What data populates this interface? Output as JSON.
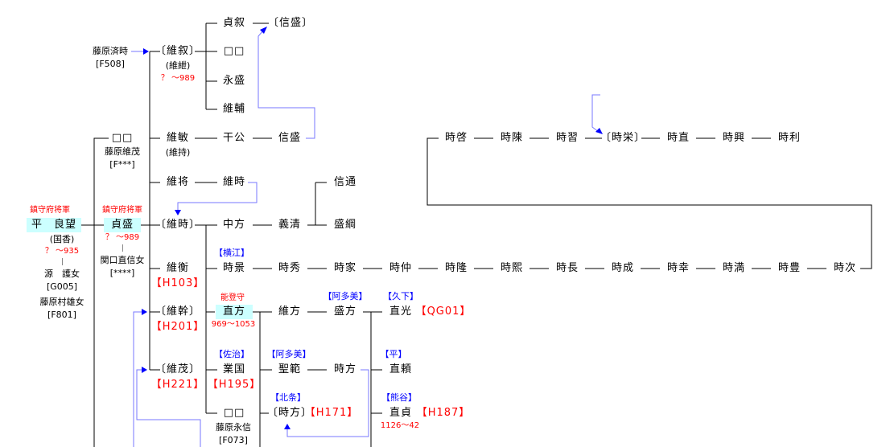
{
  "colors": {
    "line": "#000000",
    "link": "#7777ff",
    "arrow": "#0000ff",
    "red": "#ff0000",
    "blue": "#0000ff",
    "highlight": "#ccffff"
  },
  "top": {
    "sadanobu": "貞叙",
    "nobumori_b": "〔信盛〕",
    "fujiwara_narutoki": "藤原済時",
    "f508": "[F508]",
    "korenobu": "〔維叙〕",
    "korenobu_alt": "(維紲)",
    "korenobu_dates": "？ ～989",
    "unknown1": "□□",
    "nagamori": "永盛",
    "koresuke": "維輔"
  },
  "row2": {
    "koretoshi": "維敏",
    "koretoshi_alt": "(維持)",
    "kankou": "干公",
    "nobumori": "信盛",
    "unknown2": "□□",
    "fujiwara_koreshige": "藤原維茂",
    "fxxx": "[F***]"
  },
  "row3": {
    "koremasa": "維将",
    "koretoki": "維時",
    "nobumichi": "信通"
  },
  "root": {
    "title1": "鎮守府将軍",
    "yoshimochi": "平　良望",
    "kunika": "(国香)",
    "dates": "？ ～935",
    "wife1": "源　護女",
    "g005": "[G005]",
    "wife2": "藤原村雄女",
    "f801": "[F801]"
  },
  "sadamori": {
    "title": "鎮守府将軍",
    "name": "貞盛",
    "dates": "？ ～989",
    "wife": "関口直信女",
    "code": "[****]"
  },
  "row4": {
    "koretoki_b": "〔維時〕",
    "nakakata": "中方",
    "yoshikiyo": "義清",
    "moritsuna": "盛綱"
  },
  "row5": {
    "korehira": "維衡",
    "h103": "【H103】",
    "yokoe": "【横江】",
    "chain": [
      "時景",
      "時秀",
      "時家",
      "時仲",
      "時隆",
      "時熙",
      "時長",
      "時成",
      "時幸",
      "時満",
      "時豊",
      "時次"
    ]
  },
  "upper_chain": [
    "時啓",
    "時陳",
    "時習",
    "〔時栄〕",
    "時直",
    "時興",
    "時利"
  ],
  "row6": {
    "koremoto": "〔維幹〕",
    "h201": "【H201】",
    "noto": "能登守",
    "naokata": "直方",
    "naokata_dates": "969～1053",
    "korekata": "維方",
    "morikata": "盛方",
    "atami1": "【阿多美】",
    "kuge": "【久下】",
    "naomitsu": "直光",
    "qg01": "【QG01】"
  },
  "row7": {
    "koreshige": "〔維茂〕",
    "h221": "【H221】",
    "saji": "【佐治】",
    "narikuni": "業国",
    "h195": "【H195】",
    "atami2": "【阿多美】",
    "shohan": "聖範",
    "tokikata": "時方",
    "taira": "【平】",
    "naoyori": "直頼"
  },
  "row8": {
    "unknown3": "□□",
    "fujiwara_naganobu": "藤原永信",
    "f073": "[F073]",
    "hojo": "【北条】",
    "tokikata_b": "〔時方〕",
    "h171": "【H171】",
    "kumagai": "【熊谷】",
    "naosada": "直貞",
    "h187": "【H187】",
    "naosada_dates": "1126～42"
  }
}
